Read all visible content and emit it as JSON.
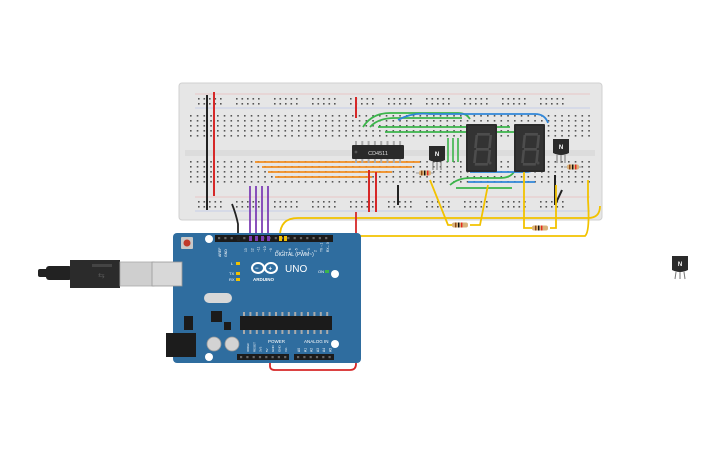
{
  "arduino": {
    "brand": "ARDUINO",
    "model": "UNO",
    "digital_label": "DIGITAL (PWM~)",
    "power_label": "POWER",
    "analog_label": "ANALOG IN",
    "tx_label": "TX",
    "rx_label": "RX",
    "l_label": "L",
    "on_label": "ON",
    "aref_label": "AREF",
    "gnd_label": "GND",
    "power_pins": [
      "IOREF",
      "RESET",
      "3V3",
      "5V",
      "GND",
      "GND",
      "Vin"
    ],
    "analog_pins": [
      "A0",
      "A1",
      "A2",
      "A3",
      "A4",
      "A5"
    ]
  },
  "ic": {
    "label": "CD4511"
  },
  "transistors": [
    {
      "label": "N"
    },
    {
      "label": "N"
    },
    {
      "label": "N"
    }
  ],
  "displays": [
    {
      "digit": "8",
      "dp": true
    },
    {
      "digit": "8",
      "dp": true
    }
  ],
  "colors": {
    "breadboard": "#e8e8e8",
    "board": "#2f6d9f",
    "red_wire": "#d62828",
    "black_wire": "#222222",
    "purple_wire": "#7d3fb5",
    "orange_wire": "#f28c1f",
    "green_wire": "#3bb54a",
    "blue_wire": "#2f86d8",
    "yellow_wire": "#f2c200"
  }
}
